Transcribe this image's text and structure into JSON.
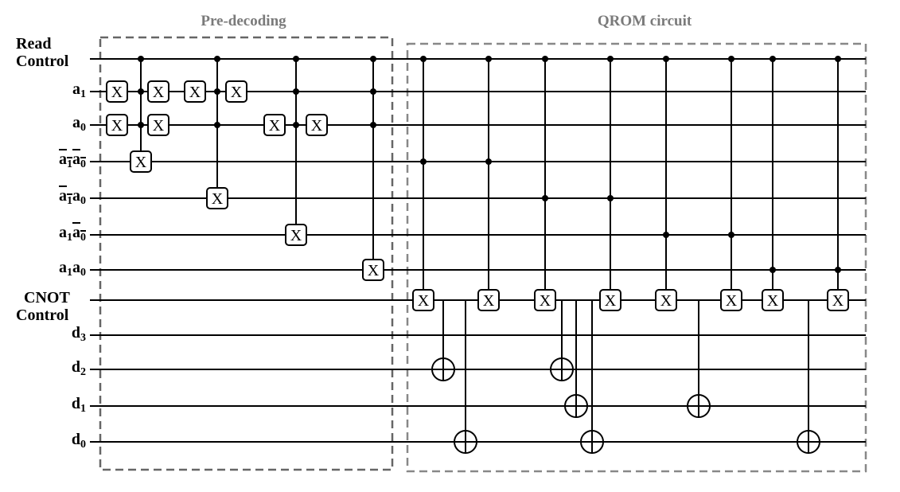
{
  "titles": {
    "predecoding": "Pre-decoding",
    "qrom": "QROM circuit"
  },
  "wires": [
    {
      "id": "read-control",
      "label": "Read Control",
      "line1": "Read",
      "line2": "Control"
    },
    {
      "id": "a1",
      "base": "a",
      "sub": "1"
    },
    {
      "id": "a0",
      "base": "a",
      "sub": "0"
    },
    {
      "id": "not-a1-not-a0",
      "parts": [
        {
          "base": "a",
          "sub": "1",
          "bar": true
        },
        {
          "base": "a",
          "sub": "0",
          "bar": true
        }
      ]
    },
    {
      "id": "not-a1-a0",
      "parts": [
        {
          "base": "a",
          "sub": "1",
          "bar": true
        },
        {
          "base": "a",
          "sub": "0",
          "bar": false
        }
      ]
    },
    {
      "id": "a1-not-a0",
      "parts": [
        {
          "base": "a",
          "sub": "1",
          "bar": false
        },
        {
          "base": "a",
          "sub": "0",
          "bar": true
        }
      ]
    },
    {
      "id": "a1-a0",
      "parts": [
        {
          "base": "a",
          "sub": "1",
          "bar": false
        },
        {
          "base": "a",
          "sub": "0",
          "bar": false
        }
      ]
    },
    {
      "id": "cnot-control",
      "label": "CNOT Control",
      "line1": "CNOT",
      "line2": "Control"
    },
    {
      "id": "d3",
      "base": "d",
      "sub": "3"
    },
    {
      "id": "d2",
      "base": "d",
      "sub": "2"
    },
    {
      "id": "d1",
      "base": "d",
      "sub": "1"
    },
    {
      "id": "d0",
      "base": "d",
      "sub": "0"
    }
  ],
  "gate_label": "X",
  "predecoding_gates": [
    {
      "type": "X",
      "wire": 1
    },
    {
      "type": "X",
      "wire": 2
    },
    {
      "type": "CX",
      "controls": [
        0,
        1,
        2
      ],
      "target": 3
    },
    {
      "type": "X",
      "wire": 1
    },
    {
      "type": "X",
      "wire": 2
    },
    {
      "type": "X",
      "wire": 1
    },
    {
      "type": "CX",
      "controls": [
        0,
        1,
        2
      ],
      "target": 4
    },
    {
      "type": "X",
      "wire": 1
    },
    {
      "type": "X",
      "wire": 2
    },
    {
      "type": "CX",
      "controls": [
        0,
        1,
        2
      ],
      "target": 5
    },
    {
      "type": "X",
      "wire": 2
    },
    {
      "type": "CX",
      "controls": [
        0,
        1,
        2
      ],
      "target": 6
    }
  ],
  "qrom_gates": [
    {
      "type": "CX",
      "controls": [
        0,
        3
      ],
      "target": 7
    },
    {
      "type": "CNOT",
      "control": 7,
      "target": 9
    },
    {
      "type": "CNOT",
      "control": 7,
      "target": 11
    },
    {
      "type": "CX",
      "controls": [
        0,
        3
      ],
      "target": 7
    },
    {
      "type": "CX",
      "controls": [
        0,
        4
      ],
      "target": 7
    },
    {
      "type": "CNOT",
      "control": 7,
      "target": 9
    },
    {
      "type": "CNOT",
      "control": 7,
      "target": 10
    },
    {
      "type": "CNOT",
      "control": 7,
      "target": 11
    },
    {
      "type": "CX",
      "controls": [
        0,
        4
      ],
      "target": 7
    },
    {
      "type": "CX",
      "controls": [
        0,
        5
      ],
      "target": 7
    },
    {
      "type": "CNOT",
      "control": 7,
      "target": 10
    },
    {
      "type": "CX",
      "controls": [
        0,
        5
      ],
      "target": 7
    },
    {
      "type": "CX",
      "controls": [
        0,
        6
      ],
      "target": 7
    },
    {
      "type": "CNOT",
      "control": 7,
      "target": 11
    },
    {
      "type": "CX",
      "controls": [
        0,
        6
      ],
      "target": 7
    }
  ]
}
